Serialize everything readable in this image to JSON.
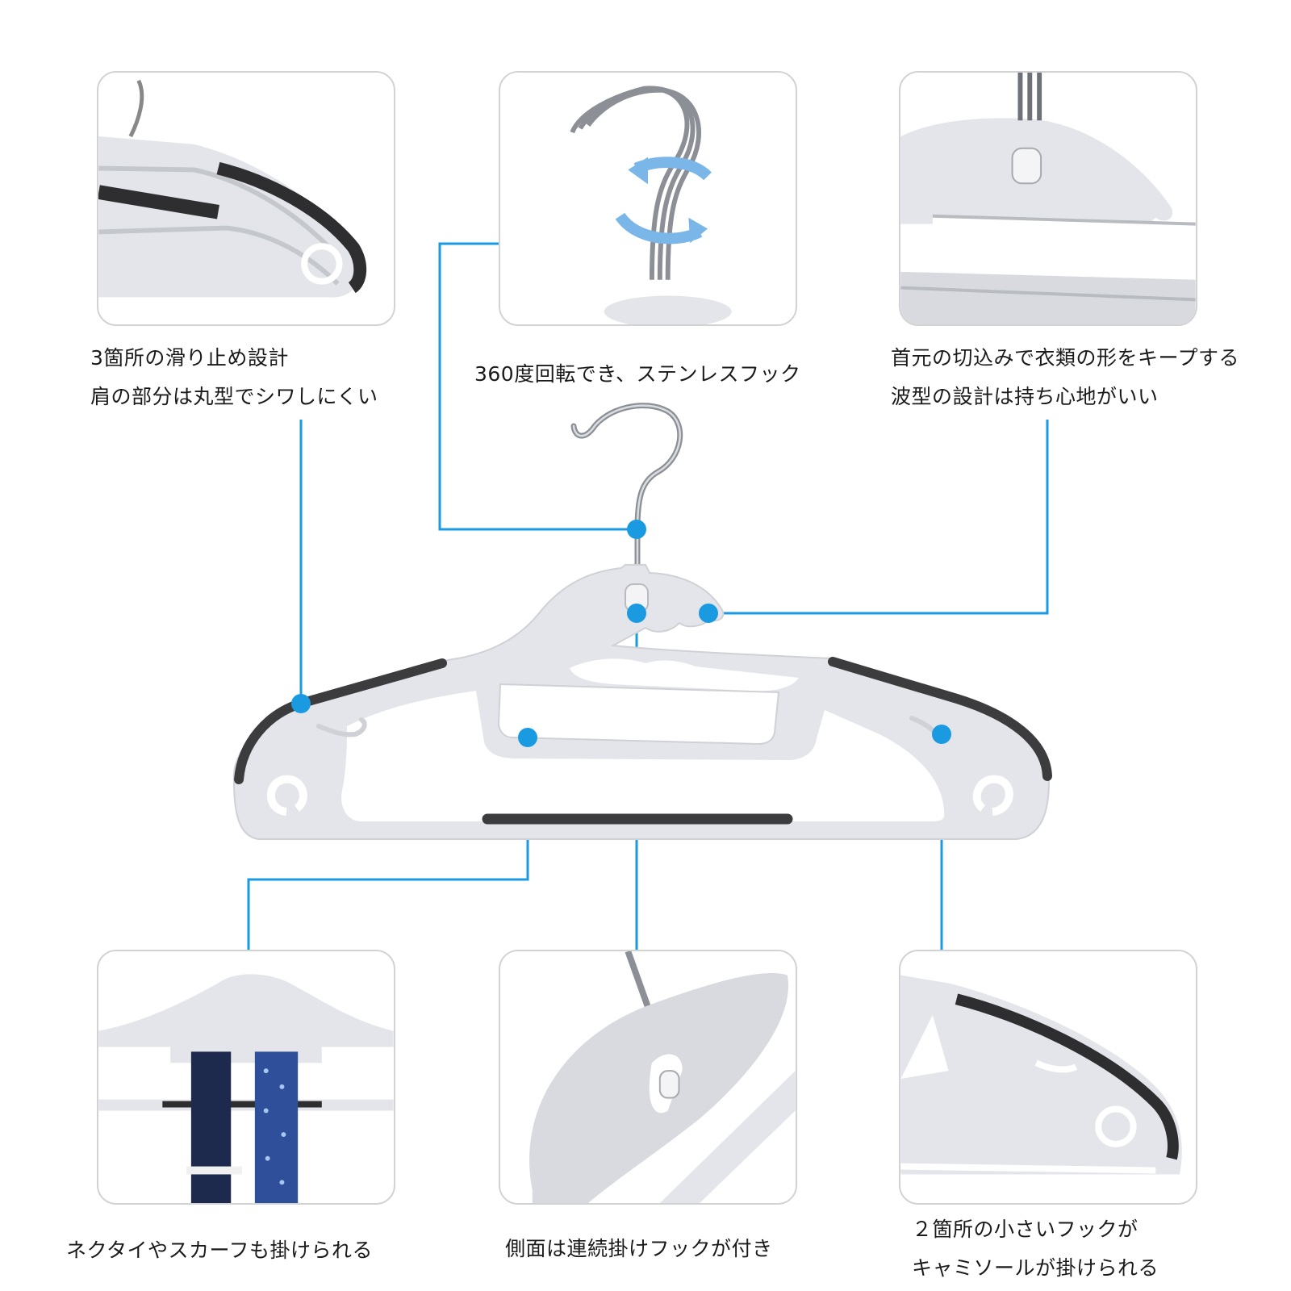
{
  "accent_color": "#1a9ae0",
  "hanger_color": "#e4e5ea",
  "grip_color": "#3c3c3e",
  "features": [
    {
      "id": "anti-slip",
      "caption_lines": [
        "3箇所の滑り止め設計",
        "肩の部分は丸型でシワしにくい"
      ]
    },
    {
      "id": "swivel-hook",
      "caption_lines": [
        "360度回転でき、ステンレスフック"
      ]
    },
    {
      "id": "neck-notch",
      "caption_lines": [
        "首元の切込みで衣類の形をキープする",
        "波型の設計は持ち心地がいい"
      ]
    },
    {
      "id": "tie-scarf",
      "caption_lines": [
        "ネクタイやスカーフも掛けられる"
      ]
    },
    {
      "id": "side-hook",
      "caption_lines": [
        "側面は連続掛けフックが付き"
      ]
    },
    {
      "id": "small-hooks",
      "caption_lines": [
        "２箇所の小さいフックが",
        "キャミソールが掛けられる"
      ]
    }
  ]
}
